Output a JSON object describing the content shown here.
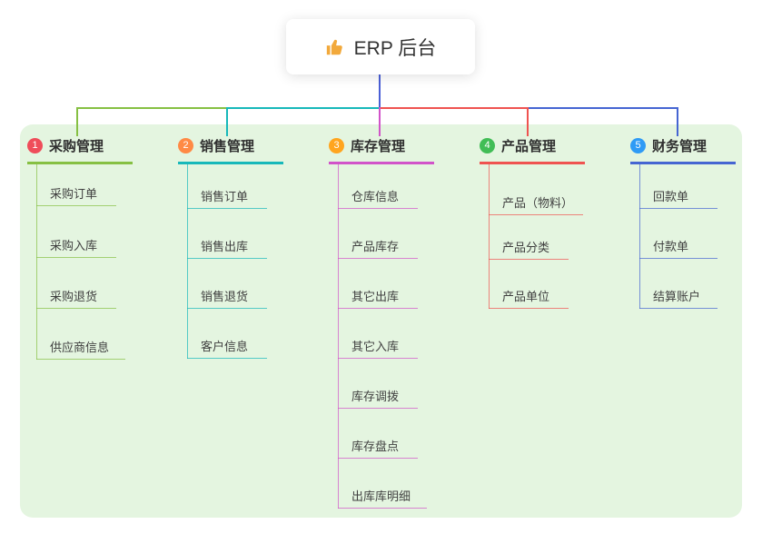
{
  "root": {
    "icon": "thumbs-up",
    "label": "ERP 后台"
  },
  "branches": [
    {
      "badge": "1",
      "label": "采购管理",
      "children": [
        "采购订单",
        "采购入库",
        "采购退货",
        "供应商信息"
      ]
    },
    {
      "badge": "2",
      "label": "销售管理",
      "children": [
        "销售订单",
        "销售出库",
        "销售退货",
        "客户信息"
      ]
    },
    {
      "badge": "3",
      "label": "库存管理",
      "children": [
        "仓库信息",
        "产品库存",
        "其它出库",
        "其它入库",
        "库存调拨",
        "库存盘点",
        "出库库明细"
      ]
    },
    {
      "badge": "4",
      "label": "产品管理",
      "children": [
        "产品（物料）",
        "产品分类",
        "产品单位"
      ]
    },
    {
      "badge": "5",
      "label": "财务管理",
      "children": [
        "回款单",
        "付款单",
        "结算账户"
      ]
    }
  ],
  "colors": {
    "root_line": "#4a5fd6",
    "panel_bg": "#e4f5e0",
    "branch1_line": "#86c043",
    "branch1_badge": "#ef4d5a",
    "branch2_line": "#17b8ba",
    "branch2_badge": "#ff8a45",
    "bran3_note": "",
    "branch3_line": "#d153c9",
    "branch3_badge": "#ffa51f",
    "branch4_line": "#ef5350",
    "branch4_badge": "#41bd56",
    "branch5_line": "#4565d2",
    "branch5_badge": "#2f9bf5",
    "header_text": "#2f2f2f",
    "child_text": "#404040",
    "icon_fill": "#f2a93b"
  }
}
